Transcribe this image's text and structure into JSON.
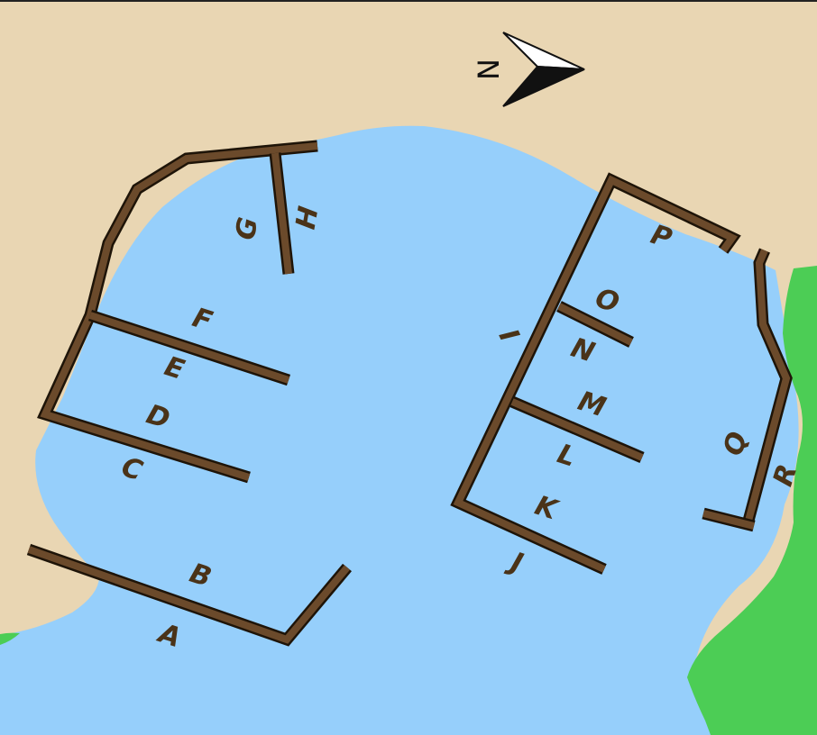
{
  "map": {
    "compass": {
      "north_label": "N"
    },
    "colors": {
      "land": "#e9d6b3",
      "water": "#96cffb",
      "vegetation": "#4ccd55",
      "dock": "#6b4a2b",
      "dock_outline": "#1e1408",
      "label": "#4a3318",
      "compass_dark": "#111111"
    },
    "dock_labels": [
      "A",
      "B",
      "C",
      "D",
      "E",
      "F",
      "G",
      "H",
      "I",
      "J",
      "K",
      "L",
      "M",
      "N",
      "O",
      "P",
      "Q",
      "R"
    ]
  }
}
